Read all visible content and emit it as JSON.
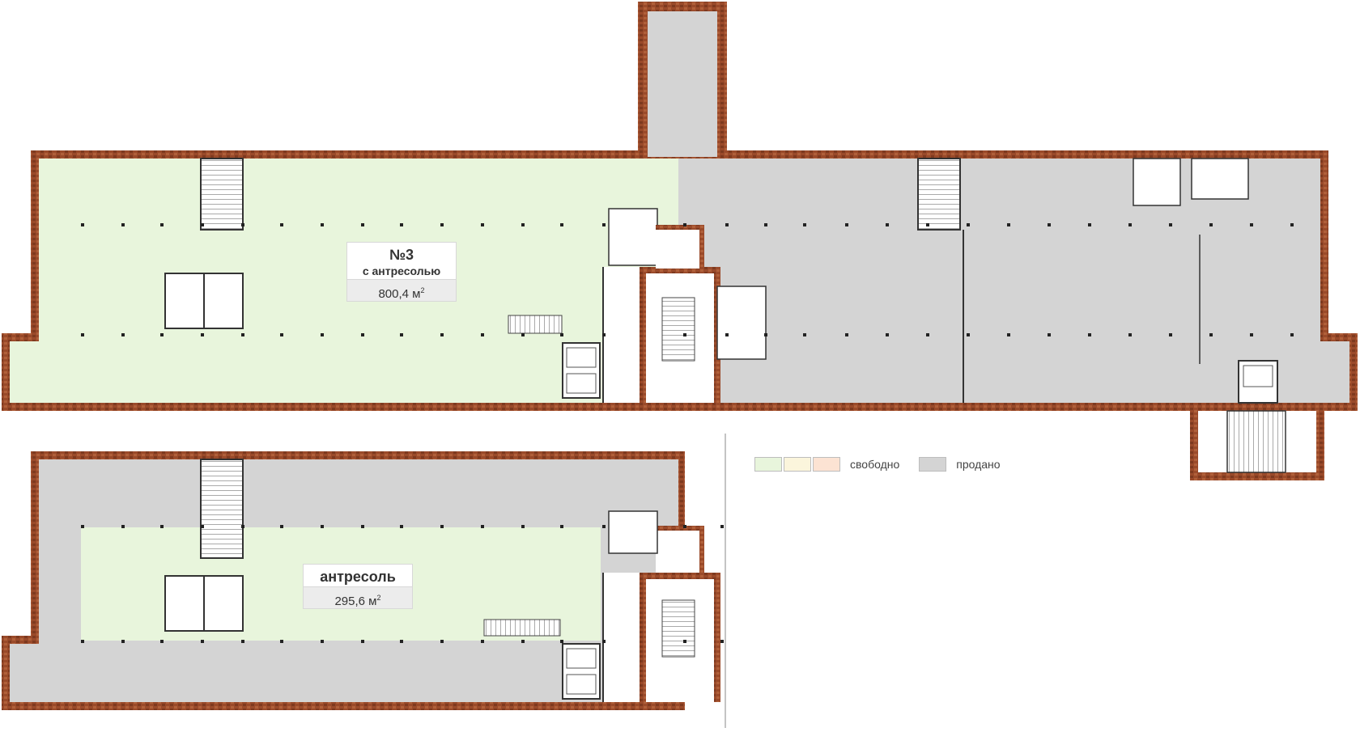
{
  "units": [
    {
      "number": "№3",
      "subtitle": "с антресолью",
      "area": "800,4 м",
      "area_sup": "2",
      "status": "free"
    },
    {
      "number": "антресоль",
      "area": "295,6 м",
      "area_sup": "2",
      "status": "free"
    }
  ],
  "legend": {
    "free_label": "свободно",
    "sold_label": "продано",
    "free_colors": [
      "#e8f5dc",
      "#fbf5dc",
      "#fce3d3"
    ],
    "sold_color": "#d4d4d4"
  },
  "colors": {
    "brick": "#9a4a2a",
    "free": "#e8f5dc",
    "sold": "#d4d4d4",
    "wall": "#333333",
    "window": "#bfe0f0"
  }
}
